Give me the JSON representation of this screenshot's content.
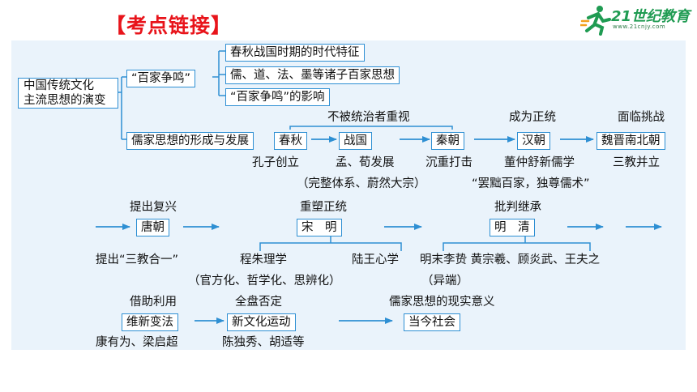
{
  "header": {
    "title": "【考点链接】"
  },
  "logo": {
    "brand": "21世纪教育",
    "url": "www.21cnjy.com"
  },
  "diagram": {
    "root": {
      "line1": "中国传统文化",
      "line2": "主流思想的演变"
    },
    "branch_baijia": {
      "label": "“百家争鸣”",
      "children": [
        "春秋战国时期的时代特征",
        "儒、道、法、墨等诸子百家思想",
        "“百家争鸣”的影响"
      ]
    },
    "branch_ru": {
      "label": "儒家思想的形成与发展"
    },
    "row1": {
      "chunqiu": "春秋",
      "zhanguo": "战国",
      "qinchao": "秦朝",
      "hanchao": "汉朝",
      "weijin": "魏晋南北朝",
      "label_not_valued": "不被统治者重视",
      "label_orthodox": "成为正统",
      "label_challenge": "面临挑战",
      "confucius": "孔子创立",
      "mencius_xunzi": "孟、荀发展",
      "suppression": "沉重打击",
      "dong": "董仲舒新儒学",
      "three_teachings": "三教并立",
      "complete_system": "（完整体系、蔚然大宗）",
      "quote_han": "“罢黜百家，独尊儒术”"
    },
    "row2": {
      "tang": "唐朝",
      "songming": "宋　明",
      "mingqing": "明　清",
      "label_revival": "提出复兴",
      "label_reshape": "重塑正统",
      "label_critique": "批判继承",
      "three_unity": "提出“三教合一”",
      "chengzhu": "程朱理学",
      "luwang": "陆王心学",
      "guanfang": "（官方化、哲学化、思辨化）",
      "thinkers": "明末李贽  黄宗羲、顾炎武、王夫之",
      "heterodox": "（异端）"
    },
    "row3": {
      "weixin": "维新变法",
      "xinwenhua": "新文化运动",
      "dangjin": "当今社会",
      "label_borrow": "借助利用",
      "label_deny": "全盘否定",
      "label_meaning": "儒家思想的现实意义",
      "kang_liang": "康有为、梁启超",
      "chen_hu": "陈独秀、胡适等"
    }
  },
  "colors": {
    "accent": "#2e8fd3",
    "title_red": "#e8141b",
    "panel_bg": "#eaf3fb",
    "brand_green": "#1f9b52"
  }
}
